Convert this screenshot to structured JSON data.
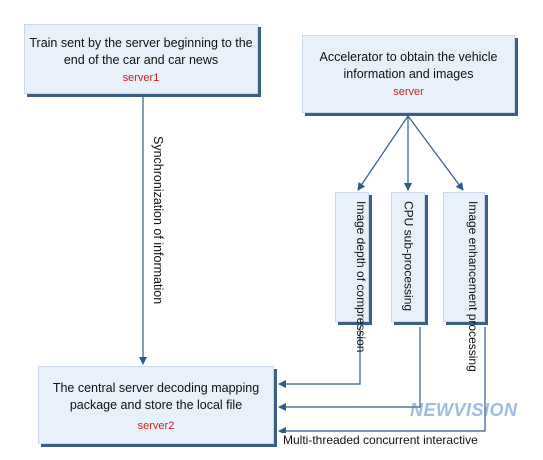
{
  "server1_box": {
    "text": "Train sent by the server beginning to the end of the car and car news",
    "label": "server1"
  },
  "server_box": {
    "text": "Accelerator to obtain the vehicle information and images",
    "label": "server"
  },
  "server2_box": {
    "text": "The central server decoding mapping package and store the local file",
    "label": "server2"
  },
  "process_boxes": {
    "depth": "Image depth of compression",
    "cpu": "CPU sub-processing",
    "enhancement": "Image enhancement processing"
  },
  "edges": {
    "sync_label": "Synchronization of information",
    "multi_label": "Multi-threaded concurrent interactive"
  },
  "watermark": {
    "text": "NEWVISION"
  },
  "colors": {
    "box_fill": "#e8f1fa",
    "box_shadow": "#3c5f86",
    "arrow": "#2f5b8a",
    "server_label": "#cc1f1f"
  }
}
